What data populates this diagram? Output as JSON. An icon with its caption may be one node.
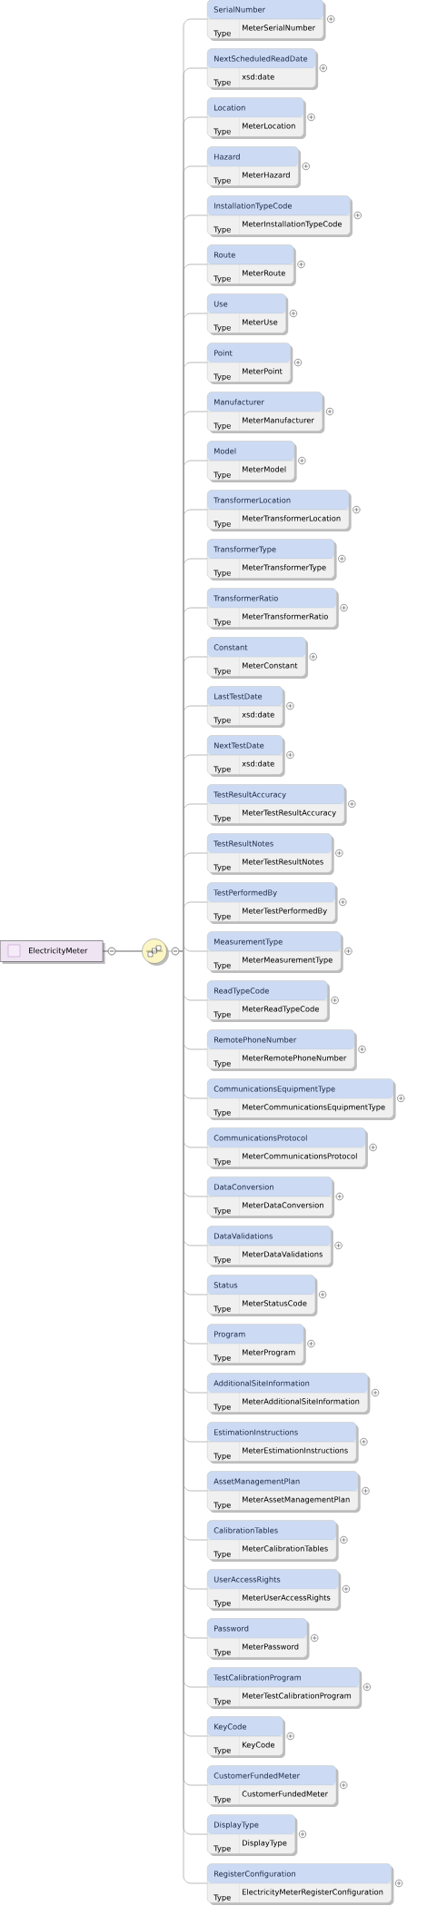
{
  "diagram": {
    "nodes": [
      {
        "text": [
          "ElectricityMeter"
        ]
      },
      {
        "text": [],
        "shape": "circle"
      },
      {
        "text": [],
        "shape": "circle"
      },
      {
        "text": [],
        "shape": "circle"
      },
      {
        "text": [
          "SerialNumber",
          "Type",
          "MeterSerialNumber"
        ]
      },
      {
        "text": [
          "NextScheduledReadDate",
          "Type",
          "xsd:date"
        ]
      },
      {
        "text": [
          "Location",
          "Type",
          "MeterLocation"
        ]
      },
      {
        "text": [
          "Hazard",
          "Type",
          "MeterHazard"
        ]
      },
      {
        "text": [
          "InstallationTypeCode",
          "Type",
          "MeterInstallationTypeCode"
        ]
      },
      {
        "text": [
          "Route",
          "Type",
          "MeterRoute"
        ]
      },
      {
        "text": [
          "Use",
          "Type",
          "MeterUse"
        ]
      },
      {
        "text": [
          "Point",
          "Type",
          "MeterPoint"
        ]
      },
      {
        "text": [
          "Manufacturer",
          "Type",
          "MeterManufacturer"
        ]
      },
      {
        "text": [
          "Model",
          "Type",
          "MeterModel"
        ]
      },
      {
        "text": [
          "TransformerLocation",
          "Type",
          "MeterTransformerLocation"
        ]
      },
      {
        "text": [
          "TransformerType",
          "Type",
          "MeterTransformerType"
        ]
      },
      {
        "text": [
          "TransformerRatio",
          "Type",
          "MeterTransformerRatio"
        ]
      },
      {
        "text": [
          "Constant",
          "Type",
          "MeterConstant"
        ]
      },
      {
        "text": [
          "LastTestDate",
          "Type",
          "xsd:date"
        ]
      },
      {
        "text": [
          "NextTestDate",
          "Type",
          "xsd:date"
        ]
      },
      {
        "text": [
          "TestResultAccuracy",
          "Type",
          "MeterTestResultAccuracy"
        ]
      },
      {
        "text": [
          "TestResultNotes",
          "Type",
          "MeterTestResultNotes"
        ]
      },
      {
        "text": [
          "TestPerformedBy",
          "Type",
          "MeterTestPerformedBy"
        ]
      },
      {
        "text": [
          "MeasurementType",
          "Type",
          "MeterMeasurementType"
        ]
      },
      {
        "text": [
          "ReadTypeCode",
          "Type",
          "MeterReadTypeCode"
        ]
      },
      {
        "text": [
          "RemotePhoneNumber",
          "Type",
          "MeterRemotePhoneNumber"
        ]
      },
      {
        "text": [
          "CommunicationsEquipmentType",
          "Type",
          "MeterCommunicationsEquipmentType"
        ]
      },
      {
        "text": [
          "CommunicationsProtocol",
          "Type",
          "MeterCommunicationsProtocol"
        ]
      },
      {
        "text": [
          "DataConversion",
          "Type",
          "MeterDataConversion"
        ]
      },
      {
        "text": [
          "DataValidations",
          "Type",
          "MeterDataValidations"
        ]
      },
      {
        "text": [
          "Status",
          "Type",
          "MeterStatusCode"
        ]
      },
      {
        "text": [
          "Program",
          "Type",
          "MeterProgram"
        ]
      },
      {
        "text": [
          "AdditionalSiteInformation",
          "Type",
          "MeterAdditionalSiteInformation"
        ]
      },
      {
        "text": [
          "EstimationInstructions",
          "Type",
          "MeterEstimationInstructions"
        ]
      },
      {
        "text": [
          "AssetManagementPlan",
          "Type",
          "MeterAssetManagementPlan"
        ]
      },
      {
        "text": [
          "CalibrationTables",
          "Type",
          "MeterCalibrationTables"
        ]
      },
      {
        "text": [
          "UserAccessRights",
          "Type",
          "MeterUserAccessRights"
        ]
      },
      {
        "text": [
          "Password",
          "Type",
          "MeterPassword"
        ]
      },
      {
        "text": [
          "TestCalibrationProgram",
          "Type",
          "MeterTestCalibrationProgram"
        ]
      },
      {
        "text": [
          "KeyCode",
          "Type",
          "KeyCode"
        ]
      },
      {
        "text": [
          "CustomerFundedMeter",
          "Type",
          "CustomerFundedMeter"
        ]
      },
      {
        "text": [
          "DisplayType",
          "Type",
          "DisplayType"
        ]
      },
      {
        "text": [
          "RegisterConfiguration",
          "Type",
          "ElectricityMeterRegisterConfiguration"
        ]
      }
    ],
    "edges": [
      {
        "from": 0,
        "to": 1,
        "arrow": "none",
        "color": "#404040"
      },
      {
        "from": 1,
        "to": 2,
        "arrow": "none",
        "color": "#404040"
      },
      {
        "from": 2,
        "to": 3,
        "arrow": "none"
      },
      {
        "from": 3,
        "to": 4,
        "arrow": "none"
      },
      {
        "from": 3,
        "to": 5,
        "arrow": "none"
      },
      {
        "from": 3,
        "to": 6,
        "arrow": "none"
      },
      {
        "from": 3,
        "to": 7,
        "arrow": "none"
      },
      {
        "from": 3,
        "to": 8,
        "arrow": "none"
      },
      {
        "from": 3,
        "to": 9,
        "arrow": "none"
      },
      {
        "from": 3,
        "to": 10,
        "arrow": "none"
      },
      {
        "from": 3,
        "to": 11,
        "arrow": "none"
      },
      {
        "from": 3,
        "to": 12,
        "arrow": "none"
      },
      {
        "from": 3,
        "to": 13,
        "arrow": "none"
      },
      {
        "from": 3,
        "to": 14,
        "arrow": "none"
      },
      {
        "from": 3,
        "to": 15,
        "arrow": "none"
      },
      {
        "from": 3,
        "to": 16,
        "arrow": "none"
      },
      {
        "from": 3,
        "to": 17,
        "arrow": "none"
      },
      {
        "from": 3,
        "to": 18,
        "arrow": "none"
      },
      {
        "from": 3,
        "to": 19,
        "arrow": "none"
      },
      {
        "from": 3,
        "to": 20,
        "arrow": "none"
      },
      {
        "from": 3,
        "to": 21,
        "arrow": "none"
      },
      {
        "from": 3,
        "to": 22,
        "arrow": "none"
      },
      {
        "from": 3,
        "to": 23,
        "arrow": "none"
      },
      {
        "from": 3,
        "to": 24,
        "arrow": "none"
      },
      {
        "from": 3,
        "to": 25,
        "arrow": "none"
      },
      {
        "from": 3,
        "to": 26,
        "arrow": "none"
      },
      {
        "from": 3,
        "to": 27,
        "arrow": "none"
      },
      {
        "from": 3,
        "to": 28,
        "arrow": "none"
      },
      {
        "from": 3,
        "to": 29,
        "arrow": "none"
      },
      {
        "from": 3,
        "to": 30,
        "arrow": "none"
      },
      {
        "from": 3,
        "to": 31,
        "arrow": "none"
      },
      {
        "from": 3,
        "to": 32,
        "arrow": "none"
      },
      {
        "from": 3,
        "to": 33,
        "arrow": "none"
      },
      {
        "from": 3,
        "to": 34,
        "arrow": "none"
      },
      {
        "from": 3,
        "to": 35,
        "arrow": "none"
      },
      {
        "from": 3,
        "to": 36,
        "arrow": "none"
      },
      {
        "from": 3,
        "to": 37,
        "arrow": "none"
      },
      {
        "from": 3,
        "to": 38,
        "arrow": "none"
      },
      {
        "from": 3,
        "to": 39,
        "arrow": "none"
      },
      {
        "from": 3,
        "to": 40,
        "arrow": "none"
      },
      {
        "from": 3,
        "to": 41,
        "arrow": "none"
      },
      {
        "from": 3,
        "to": 42,
        "arrow": "none"
      }
    ]
  }
}
